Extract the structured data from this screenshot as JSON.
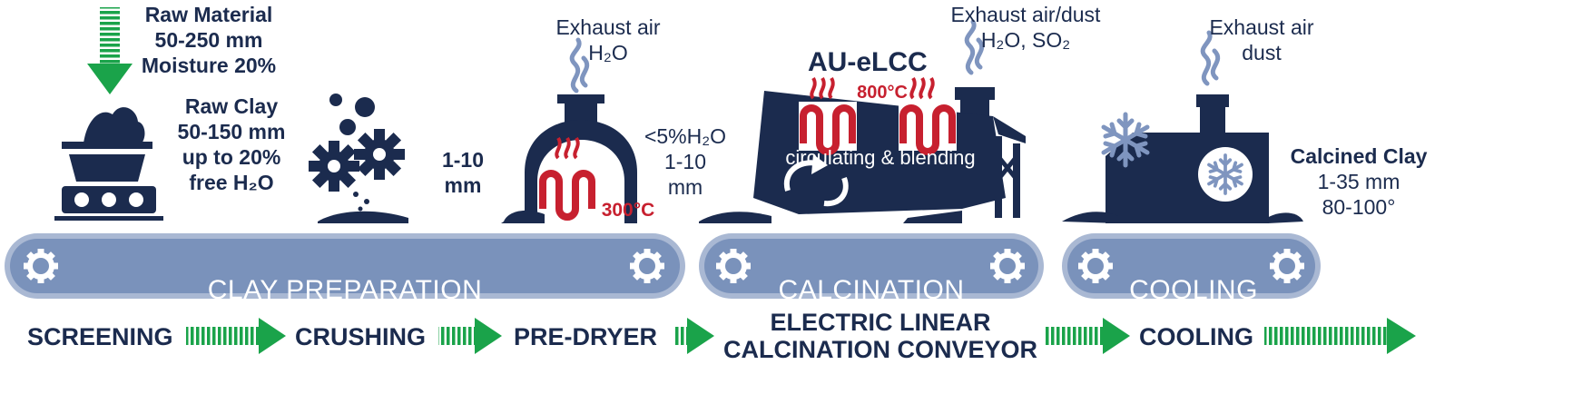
{
  "labels": {
    "raw_material": [
      "Raw Material",
      "50-250 mm",
      "Moisture 20%"
    ],
    "raw_clay": [
      "Raw Clay",
      "50-150 mm",
      "up to 20%",
      "free H₂O"
    ],
    "crush_size": [
      "1-10",
      "mm"
    ],
    "predryer_exhaust": [
      "Exhaust air",
      "H₂O"
    ],
    "predryer_temp": "300°C",
    "predryer_out": [
      "<5%H₂O",
      "1-10",
      "mm"
    ],
    "calciner_exhaust": [
      "Exhaust air/dust",
      "H₂O, SO₂"
    ],
    "calciner_title": "AU-eLCC",
    "calciner_temp": "800°C",
    "calciner_process": "circulating & blending",
    "cooler_exhaust": [
      "Exhaust air",
      "dust"
    ],
    "calcined_clay": [
      "Calcined Clay",
      "1-35 mm",
      "80-100°"
    ]
  },
  "belts": [
    {
      "label": "CLAY PREPARATION"
    },
    {
      "label": "CALCINATION"
    },
    {
      "label": "COOLING"
    }
  ],
  "steps": [
    {
      "label": "SCREENING"
    },
    {
      "label": "CRUSHING"
    },
    {
      "label": "PRE-DRYER"
    },
    {
      "label": "ELECTRIC LINEAR",
      "label2": "CALCINATION CONVEYOR"
    },
    {
      "label": "COOLING"
    }
  ],
  "colors": {
    "navy": "#1b2b4e",
    "belt": "#7a92bb",
    "belt_light": "#a9b8d3",
    "red": "#c7202f",
    "green": "#1aa34a",
    "steam": "#7f95bf"
  },
  "icons": [
    "down-arrow-icon",
    "mine-cart-icon",
    "gears-icon",
    "dryer-icon",
    "calciner-icon",
    "cooler-icon",
    "snowflake-icon",
    "gear-icon",
    "steam-icon",
    "heater-coil-icon",
    "step-arrow-icon"
  ]
}
